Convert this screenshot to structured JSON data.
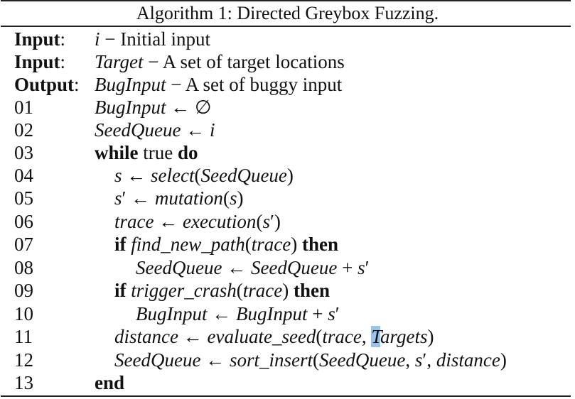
{
  "caption": "Algorithm 1: Directed Greybox Fuzzing.",
  "io": [
    {
      "label": "Input",
      "colon": ":",
      "var": "i",
      "desc": " − Initial input"
    },
    {
      "label": "Input",
      "colon": ":",
      "var": "Target",
      "desc": " − A set of target locations"
    },
    {
      "label": "Output",
      "colon": ":",
      "var": "BugInput",
      "desc": " − A set of buggy input"
    }
  ],
  "lines": [
    {
      "no": "01",
      "text": "BugInput ← ∅"
    },
    {
      "no": "02",
      "text": "SeedQueue ← i"
    },
    {
      "no": "03",
      "text": "while true do"
    },
    {
      "no": "04",
      "text": "s ← select(SeedQueue)"
    },
    {
      "no": "05",
      "text": "s′ ← mutation(s)"
    },
    {
      "no": "06",
      "text": "trace ← execution(s′)"
    },
    {
      "no": "07",
      "text": "if find_new_path(trace) then"
    },
    {
      "no": "08",
      "text": "SeedQueue ← SeedQueue + s′"
    },
    {
      "no": "09",
      "text": "if trigger_crash(trace) then"
    },
    {
      "no": "10",
      "text": "BugInput ← BugInput + s′"
    },
    {
      "no": "11",
      "text": "distance ← evaluate_seed(trace, Targets)"
    },
    {
      "no": "12",
      "text": "SeedQueue ← sort_insert(SeedQueue, s′, distance)"
    },
    {
      "no": "13",
      "text": "end"
    }
  ]
}
